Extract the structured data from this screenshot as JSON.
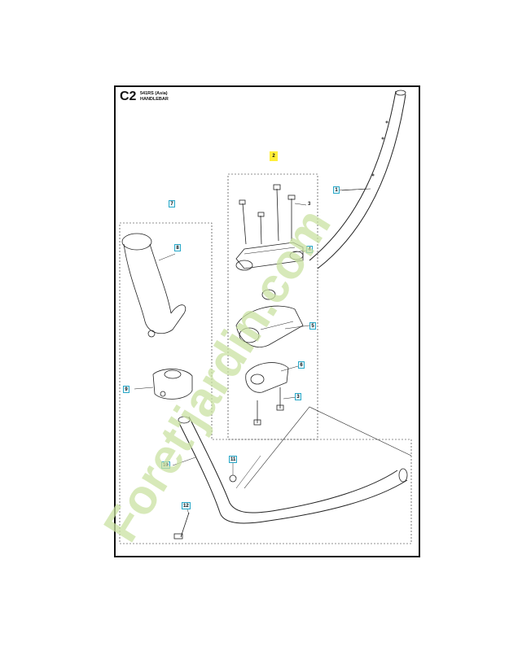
{
  "header": {
    "code": "C2",
    "model": "541RS (Asia)",
    "title": "HANDLEBAR"
  },
  "callouts": [
    {
      "id": "c-2-highlight",
      "label": "2",
      "style": "hl"
    },
    {
      "id": "c-1",
      "label": "1",
      "style": "boxed"
    },
    {
      "id": "c-3-top",
      "label": "3",
      "style": "plain"
    },
    {
      "id": "c-7",
      "label": "7",
      "style": "boxed"
    },
    {
      "id": "c-8",
      "label": "8",
      "style": "boxed"
    },
    {
      "id": "c-4",
      "label": "4",
      "style": "boxed"
    },
    {
      "id": "c-5",
      "label": "5",
      "style": "boxed"
    },
    {
      "id": "c-6",
      "label": "6",
      "style": "boxed"
    },
    {
      "id": "c-9",
      "label": "9",
      "style": "boxed"
    },
    {
      "id": "c-3-bottom",
      "label": "3",
      "style": "boxed"
    },
    {
      "id": "c-10",
      "label": "10",
      "style": "boxed"
    },
    {
      "id": "c-11",
      "label": "11",
      "style": "boxed"
    },
    {
      "id": "c-12",
      "label": "12",
      "style": "boxed"
    }
  ],
  "watermark": {
    "text": "Foret'jardin.com",
    "color": "#c9e2a1"
  },
  "colors": {
    "callout_border": "#2aa9c9",
    "highlight": "#ffef3a",
    "line": "#222222"
  }
}
